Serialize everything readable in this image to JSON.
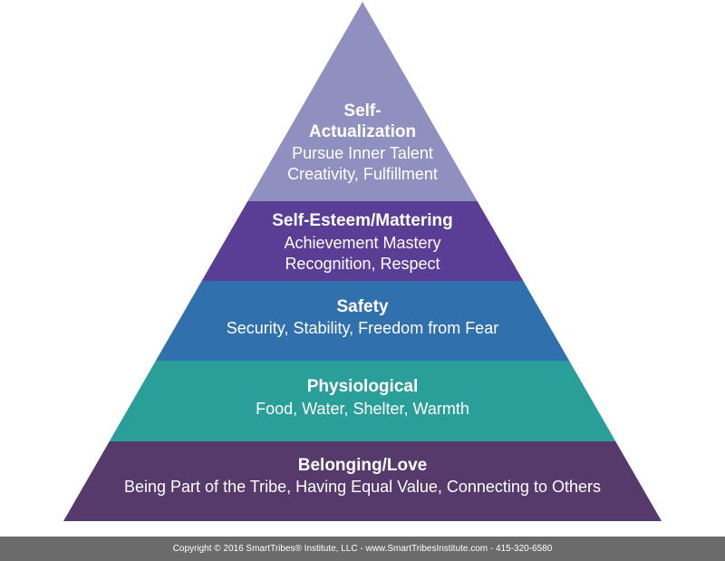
{
  "tiers": [
    {
      "id": "self-actualization",
      "heading_lines": [
        "Self-",
        "Actualization"
      ],
      "text_lines": [
        "Pursue Inner Talent",
        "Creativity, Fulfillment"
      ],
      "color": "#8f90bf"
    },
    {
      "id": "self-esteem",
      "heading_lines": [
        "Self-Esteem/Mattering"
      ],
      "text_lines": [
        "Achievement Mastery",
        "Recognition, Respect"
      ],
      "color": "#5a3e96"
    },
    {
      "id": "safety",
      "heading_lines": [
        "Safety"
      ],
      "text_lines": [
        "Security, Stability, Freedom from Fear"
      ],
      "color": "#2f70ad"
    },
    {
      "id": "physiological",
      "heading_lines": [
        "Physiological"
      ],
      "text_lines": [
        "Food, Water, Shelter, Warmth"
      ],
      "color": "#2a9e98"
    },
    {
      "id": "belonging-love",
      "heading_lines": [
        "Belonging/Love"
      ],
      "text_lines": [
        "Being Part of the Tribe, Having Equal Value, Connecting to Others"
      ],
      "color": "#563a6b"
    }
  ],
  "footer": {
    "text": "Copyright © 2016 SmartTribes® Institute, LLC - www.SmartTribesInstitute.com - 415-320-6580",
    "color": "#6b6b6b"
  }
}
